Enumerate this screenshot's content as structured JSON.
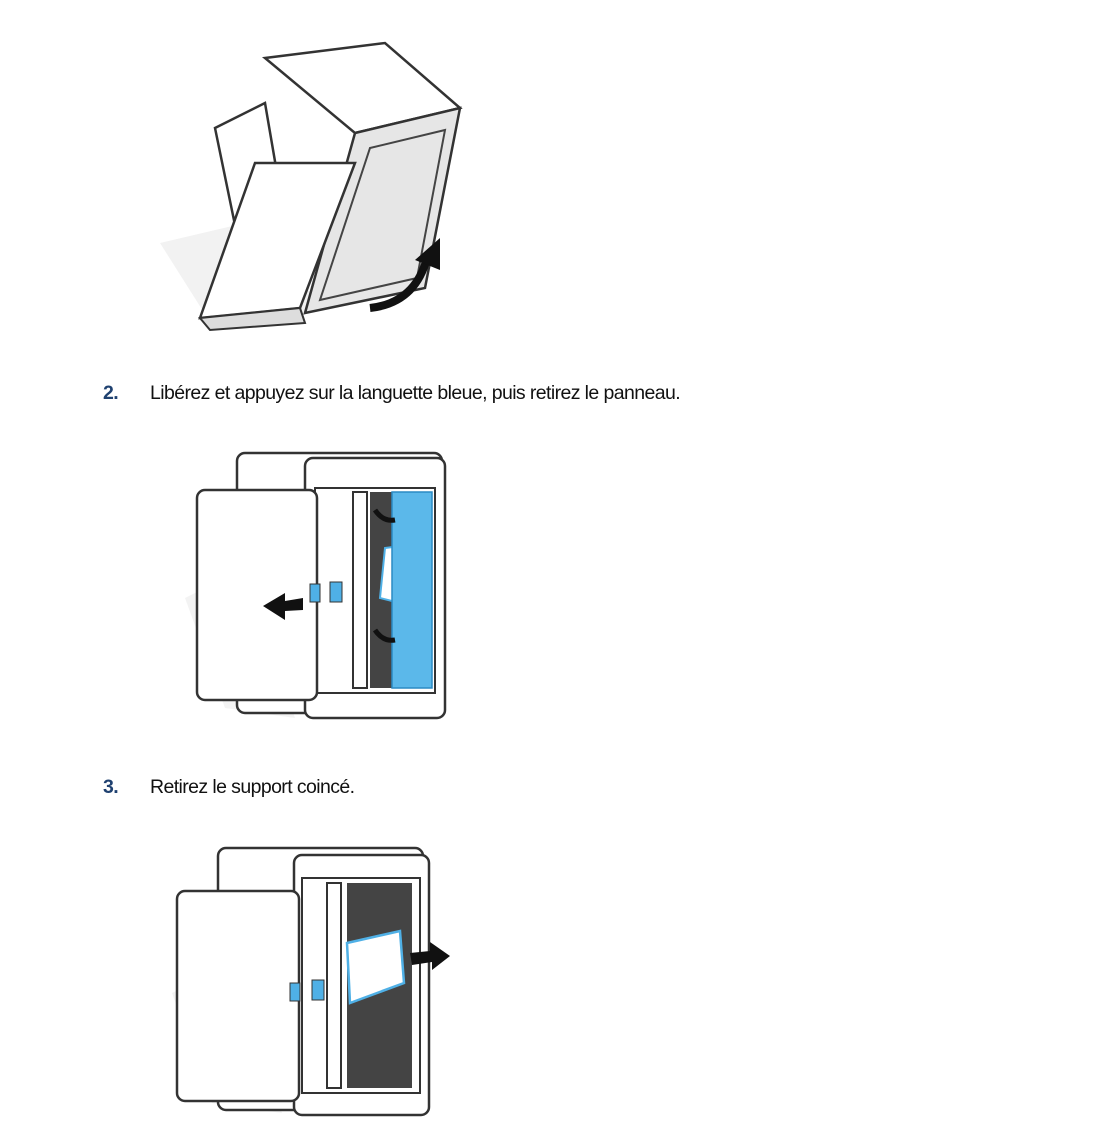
{
  "steps": [
    {
      "number": "2.",
      "text": "Libérez et appuyez sur la languette bleue, puis retirez le panneau."
    },
    {
      "number": "3.",
      "text": "Retirez le support coincé."
    }
  ],
  "colors": {
    "accent_blue": "#4fb0e6",
    "step_number": "#1f4170",
    "jam_dark": "#3e3e3e"
  }
}
